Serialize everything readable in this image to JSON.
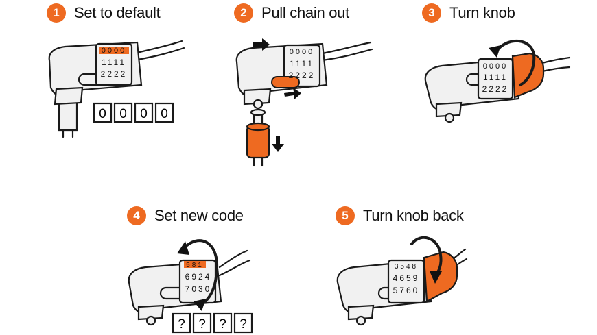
{
  "accent": "#ee6a21",
  "steps": [
    {
      "number": "1",
      "label": "Set to default"
    },
    {
      "number": "2",
      "label": "Pull chain out"
    },
    {
      "number": "3",
      "label": "Turn knob"
    },
    {
      "number": "4",
      "label": "Set new code"
    },
    {
      "number": "5",
      "label": "Turn knob back"
    }
  ],
  "step1": {
    "wheel_rows": [
      "0000",
      "1111",
      "2222"
    ],
    "code_boxes": [
      "0",
      "0",
      "0",
      "0"
    ]
  },
  "step2": {
    "wheel_rows": [
      "0000",
      "1111",
      "2222"
    ]
  },
  "step3": {
    "wheel_rows": [
      "0000",
      "1111",
      "2222"
    ]
  },
  "step4": {
    "wheel_rows": [
      "581",
      "6924",
      "7030"
    ],
    "code_boxes": [
      "?",
      "?",
      "?",
      "?"
    ]
  },
  "step5": {
    "wheel_rows": [
      "3548",
      "4659",
      "5760"
    ]
  }
}
